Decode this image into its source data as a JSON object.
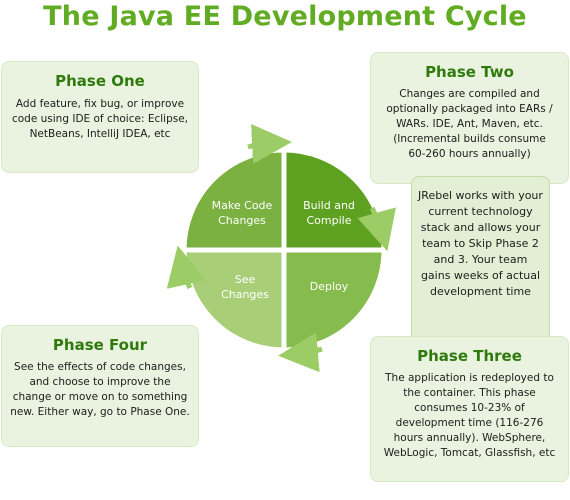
{
  "title": "The Java EE Development Cycle",
  "phases": {
    "one": {
      "heading": "Phase One",
      "body": "Add feature, fix bug, or improve code using IDE of choice: Eclipse, NetBeans, IntelliJ IDEA, etc"
    },
    "two": {
      "heading": "Phase Two",
      "body": "Changes are compiled and optionally packaged into EARs / WARs. IDE, Ant, Maven, etc. (Incremental builds consume 60-260 hours annually)"
    },
    "three": {
      "heading": "Phase Three",
      "body": "The application is redeployed to the container.  This phase consumes 10-23% of development time (116-276 hours annually). WebSphere, WebLogic, Tomcat, Glassfish, etc"
    },
    "four": {
      "heading": "Phase Four",
      "body": "See the effects of code changes, and choose to improve the change or move on to something new. Either way, go to Phase One."
    }
  },
  "callout": "JRebel works with your current technology stack and allows your team to Skip Phase 2 and 3. Your team gains weeks of actual development time",
  "cycle": {
    "make_code_changes": "Make Code Changes",
    "build_and_compile": "Build and Compile",
    "deploy": "Deploy",
    "see_changes": "See Changes"
  },
  "colors": {
    "title": "#62ac23",
    "quadrant_top_right": "#5ea01f",
    "quadrant_bottom_right": "#86bb4e",
    "quadrant_bottom_left": "#a8cf78",
    "quadrant_top_left": "#7ab141",
    "arrow": "#9ccc66"
  }
}
